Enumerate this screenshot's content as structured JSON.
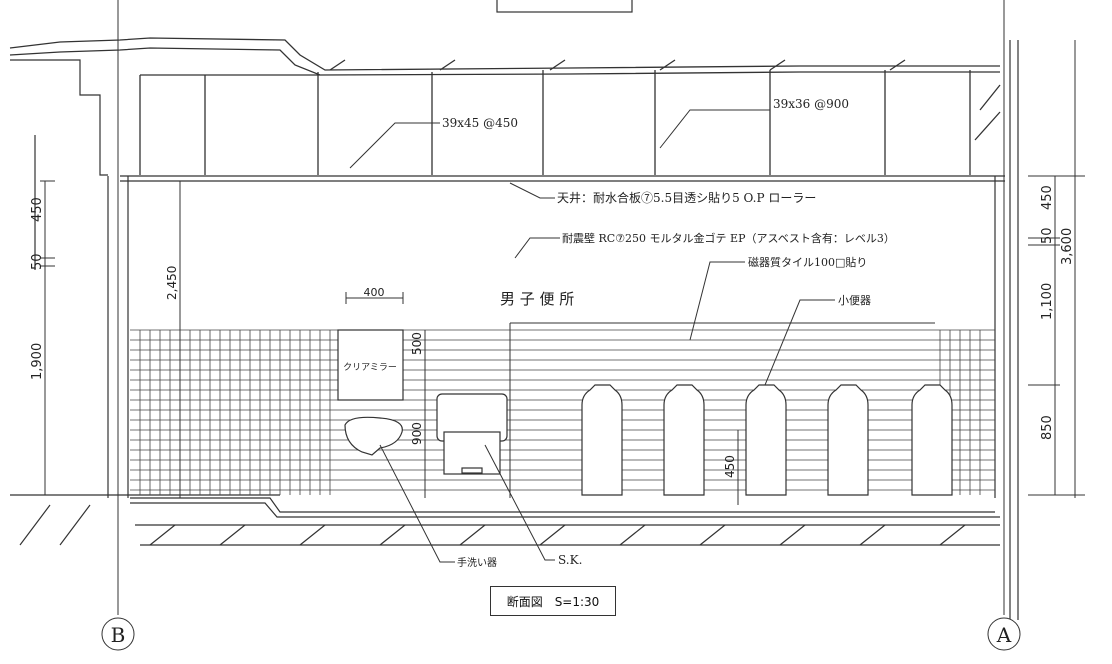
{
  "title_box": "断面図　S=1:30",
  "grid_left": "B",
  "grid_right": "A",
  "room_name": "男 子 便 所",
  "notes": {
    "joist_a": "39x45 @450",
    "joist_b": "39x36 @900",
    "ceiling": "天井：耐水合板⑦5.5目透シ貼り5 O.P ローラー",
    "wall": "耐震壁 RC⑦250 モルタル金ゴテ EP（アスベスト含有：レベル3）",
    "tile": "磁器質タイル100□貼り",
    "urinal": "小便器",
    "mirror": "クリアミラー",
    "handwash": "手洗い器",
    "sink": "S.K."
  },
  "dims": {
    "mirror_width": "400",
    "room_height": "2,450",
    "tile_height": "1,900",
    "mirror_height": "500",
    "sink_height": "900",
    "urinal_height": "450",
    "left_top_450": "450",
    "left_50": "50",
    "right_450": "450",
    "right_50": "50",
    "right_total": "3,600",
    "right_1100": "1,100",
    "right_850": "850"
  }
}
